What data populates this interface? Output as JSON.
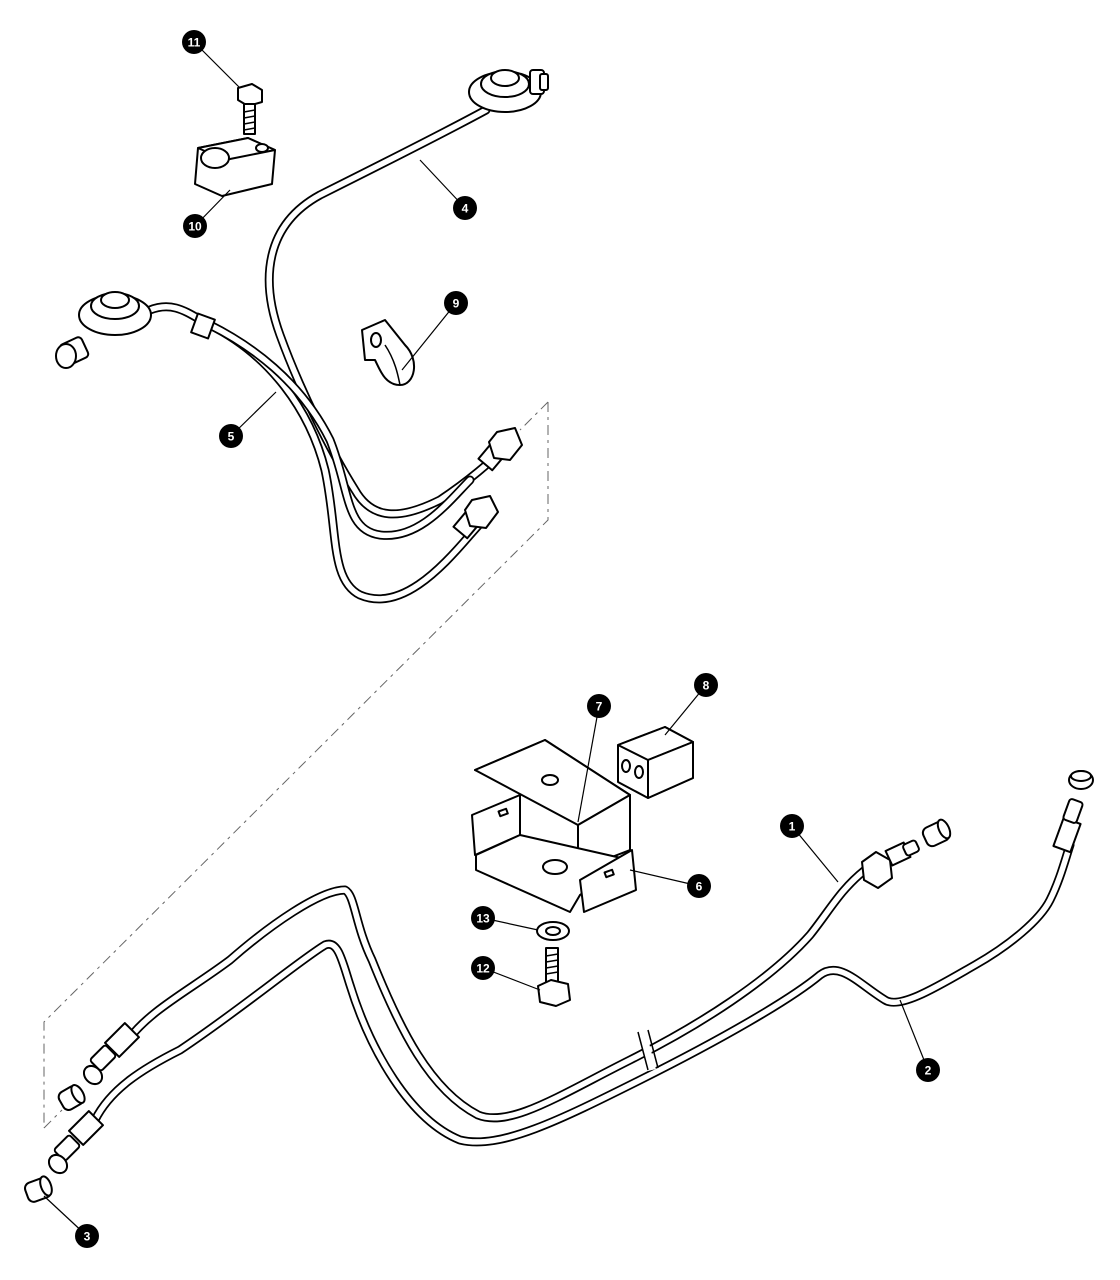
{
  "callouts": [
    {
      "id": "1",
      "label": "1"
    },
    {
      "id": "2",
      "label": "2"
    },
    {
      "id": "3",
      "label": "3"
    },
    {
      "id": "4",
      "label": "4"
    },
    {
      "id": "5",
      "label": "5"
    },
    {
      "id": "6",
      "label": "6"
    },
    {
      "id": "7",
      "label": "7"
    },
    {
      "id": "8",
      "label": "8"
    },
    {
      "id": "9",
      "label": "9"
    },
    {
      "id": "10",
      "label": "10"
    },
    {
      "id": "11",
      "label": "11"
    },
    {
      "id": "12",
      "label": "12"
    },
    {
      "id": "13",
      "label": "13"
    }
  ],
  "colors": {
    "line": "#000000",
    "background": "#ffffff",
    "dash": "#666666"
  }
}
